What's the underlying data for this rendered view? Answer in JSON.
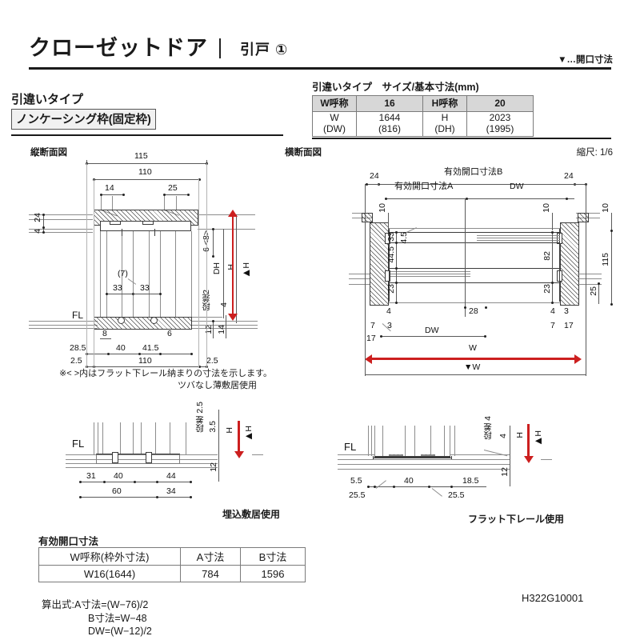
{
  "header": {
    "title": "クローゼットドア",
    "divider": "|",
    "subtitle": "引戸 ①",
    "opening_note": "▼…開口寸法"
  },
  "subheadings": {
    "type": "引違いタイプ",
    "frame": "ノンケーシング枠(固定枠)"
  },
  "size_table": {
    "title": "引違いタイプ　サイズ/基本寸法(mm)",
    "cells": {
      "w_label": "W呼称",
      "w_value": "16",
      "h_label": "H呼称",
      "h_value": "20",
      "w_dim_label": "W",
      "w_dim_sub": "(DW)",
      "w_dim_value": "1644",
      "w_dim_value_sub": "(816)",
      "h_dim_label": "H",
      "h_dim_sub": "(DH)",
      "h_dim_value": "2023",
      "h_dim_value_sub": "(1995)"
    }
  },
  "sections": {
    "vertical_caption": "縦断面図",
    "horizontal_caption": "横断面図",
    "scale": "縮尺: 1/6"
  },
  "vertical_section": {
    "dims": {
      "top_115": "115",
      "top_110": "110",
      "d14": "14",
      "d25": "25",
      "d24": "24",
      "d4": "4",
      "d6_8": "6 <8>",
      "dh": "DH",
      "h": "H",
      "h_arrow": "▶H",
      "step2": "段差2",
      "d4b": "4",
      "d7": "(7)",
      "d33a": "33",
      "d33b": "33",
      "fl": "FL",
      "d8": "8",
      "d6c": "6",
      "d12": "12",
      "d14b": "14",
      "d28_5": "28.5",
      "d40": "40",
      "d41_5": "41.5",
      "d2_5a": "2.5",
      "bot_110": "110",
      "d2_5b": "2.5"
    },
    "notes": {
      "flat_rail": "※< >内はフラット下レール納まりの寸法を示します。",
      "thin_sill": "ツバなし薄敷居使用"
    }
  },
  "horizontal_section": {
    "dims": {
      "d24_left": "24",
      "d24_right": "24",
      "effective_b": "有効開口寸法B",
      "effective_a": "有効開口寸法A",
      "dw_top": "DW",
      "d10_l": "10",
      "d10_r": "10",
      "d10_far": "10",
      "d33": "33",
      "d4_5": "4.5",
      "d44_5": "44.5",
      "d23_l": "23",
      "d23_r": "23",
      "d82": "82",
      "d115": "115",
      "d25": "25",
      "d4_l": "4",
      "d4_r": "4",
      "d3_l": "3",
      "d3_r": "3",
      "d7_l": "7",
      "d7_r": "7",
      "d17_l": "17",
      "d17_r": "17",
      "d28": "28",
      "dw_bot": "DW",
      "w": "W",
      "w_open": "▼W"
    }
  },
  "detail_left": {
    "caption": "埋込敷居使用",
    "dims": {
      "fl": "FL",
      "step_2_5": "段差 2.5",
      "d3_5": "3.5",
      "h": "H",
      "h_arrow": "▶H",
      "d31": "31",
      "d40": "40",
      "d44": "44",
      "d12": "12",
      "d60": "60",
      "d34": "34"
    }
  },
  "detail_right": {
    "caption": "フラット下レール使用",
    "dims": {
      "fl": "FL",
      "step_4": "段差 4",
      "d4": "4",
      "h": "H",
      "h_arrow": "▶H",
      "d5_5": "5.5",
      "d40": "40",
      "d18_5": "18.5",
      "d12": "12",
      "d25_5a": "25.5",
      "d25_5b": "25.5"
    }
  },
  "opening_table": {
    "title": "有効開口寸法",
    "headers": [
      "W呼称(枠外寸法)",
      "A寸法",
      "B寸法"
    ],
    "rows": [
      [
        "W16(1644)",
        "784",
        "1596"
      ]
    ]
  },
  "formula": {
    "line1": "算出式:A寸法=(W−76)/2",
    "line2": "B寸法=W−48",
    "line3": "DW=(W−12)/2"
  },
  "doc_code": "H322G10001",
  "colors": {
    "accent_red": "#cc1f1f",
    "line": "#3c3c3c",
    "table_header": "#d7d7d7"
  }
}
